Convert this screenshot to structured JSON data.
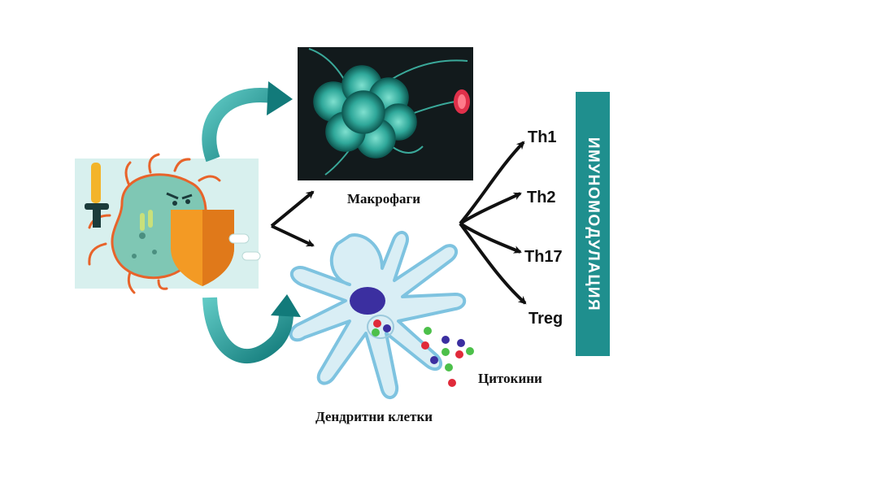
{
  "labels": {
    "macrophages": "Макрофаги",
    "dendritic_cells": "Дендритни клетки",
    "cytokines": "Цитокини",
    "immunomodulation": "ИМУНОМОДУЛАЦИЯ"
  },
  "t_cells": [
    "Th1",
    "Th2",
    "Th17",
    "Treg"
  ],
  "icons": [
    "bacterium-with-sword-and-shield-icon",
    "macrophage-icon",
    "dendritic-cell-icon",
    "cytokine-dots-icon"
  ],
  "colors": {
    "teal_arrow": "#1a8a8a",
    "immuno_bar": "#1f8f8e",
    "macrophage_cell": "#2fa89a",
    "dendritic_cell": "#d9eef5",
    "nucleus": "#3b2fa0",
    "shield": "#f39a24",
    "bacterium_bg": "#d8f0ee"
  }
}
